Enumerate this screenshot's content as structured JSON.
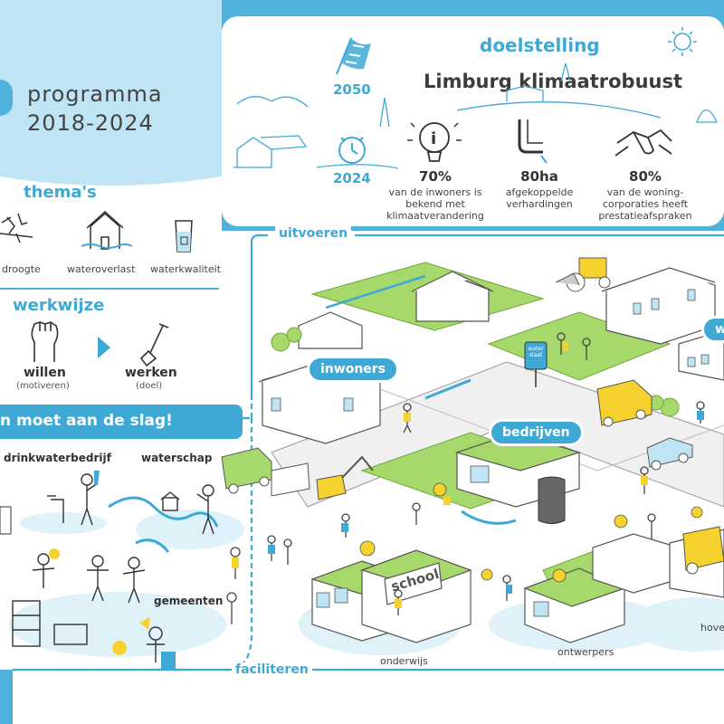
{
  "colors": {
    "brand_blue": "#3fa9d6",
    "background_blue": "#4fb2dc",
    "grass_green": "#a6d86c",
    "yellow": "#f5d22e",
    "white": "#ffffff"
  },
  "header": {
    "programma_line1": "programma",
    "programma_line2": "2018-2024"
  },
  "doelstelling": {
    "heading": "doelstelling",
    "title": "Limburg klimaatrobuust",
    "year_2050": "2050",
    "year_2024": "2024",
    "icons": [
      "flag-icon",
      "stopwatch-icon",
      "sun-icon"
    ],
    "targets": [
      {
        "icon": "lightbulb-info-icon",
        "value": "70%",
        "text": "van de inwoners is bekend met klimaatverandering"
      },
      {
        "icon": "downspout-icon",
        "value": "80ha",
        "text": "afgekoppelde verhardingen"
      },
      {
        "icon": "handshake-icon",
        "value": "80%",
        "text": "van de woning-corporaties heeft prestatieafspraken"
      }
    ]
  },
  "themas": {
    "heading": "thema's",
    "items": [
      {
        "icon": "cracked-earth-icon",
        "label": "droogte"
      },
      {
        "icon": "flooded-house-icon",
        "label": "wateroverlast"
      },
      {
        "icon": "water-glass-icon",
        "label": "waterkwaliteit"
      }
    ]
  },
  "werkwijze": {
    "heading": "werkwijze",
    "steps": [
      {
        "icon": "raised-fist-icon",
        "label": "willen",
        "sub": "(motiveren)"
      },
      {
        "icon": "shovel-icon",
        "label": "werken",
        "sub": "(doel)"
      }
    ]
  },
  "banner": "n moet aan de slag!",
  "flows": {
    "top": "uitvoeren",
    "bottom": "faciliteren"
  },
  "partners": {
    "drinkwaterbedrijf": "drinkwaterbedrijf",
    "waterschap": "waterschap",
    "gemeenten": "gemeenten"
  },
  "scene": {
    "tags": [
      "inwoners",
      "bedrijven",
      "w"
    ],
    "labels": {
      "onderwijs": "onderwijs",
      "ontwerpers": "ontwerpers",
      "hove": "hove",
      "school_sign": "school",
      "water_sign": "water slaat"
    }
  }
}
